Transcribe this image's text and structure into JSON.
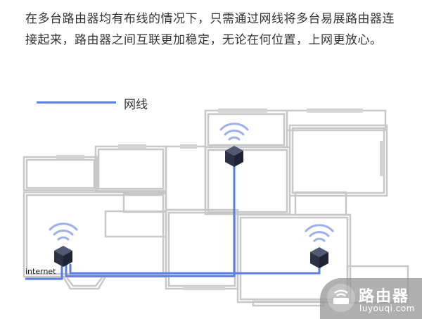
{
  "description_text": "在多台路由器均有布线的情况下，只需通过网线将多台易展路由器连接起来，路由器之间互联更加稳定，无论在何位置，上网更放心。",
  "legend": {
    "label": "网线",
    "color": "#5b7ee0"
  },
  "diagram": {
    "internet_label": "internet",
    "routers": [
      {
        "name": "router-top"
      },
      {
        "name": "router-left"
      },
      {
        "name": "router-right"
      }
    ]
  },
  "watermark": {
    "title": "路由器",
    "url": "luyouqi.com"
  },
  "colors": {
    "cable": "#5b7ee0",
    "router": "#2c3145",
    "wall": "#c8c8c8",
    "signal": "#9db0ee"
  }
}
